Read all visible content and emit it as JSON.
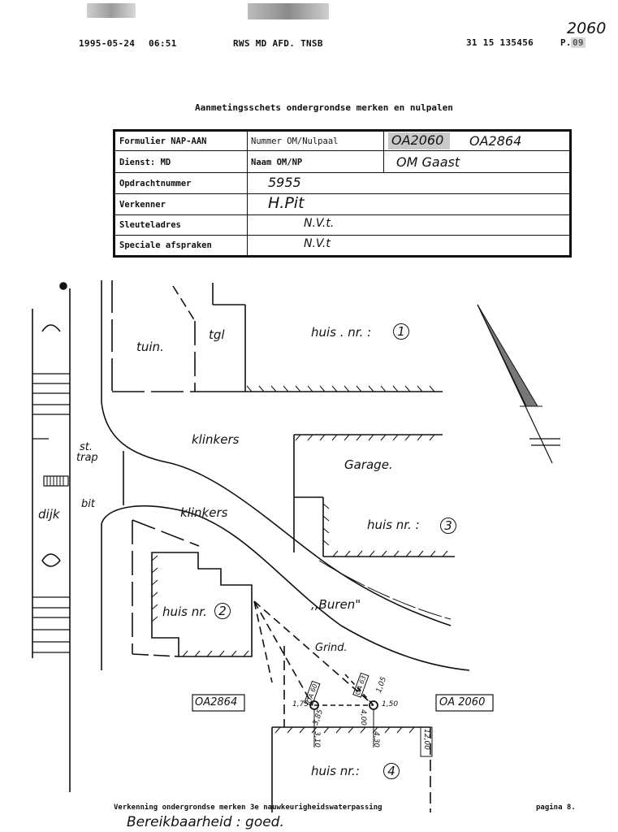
{
  "fax_header": {
    "date": "1995-05-24",
    "time": "06:51",
    "sender": "RWS MD AFD. TNSB",
    "phone": "31 15 135456",
    "page_prefix": "P.",
    "page_number": "09",
    "handwritten_id": "2060"
  },
  "document": {
    "title": "Aanmetingsschets ondergrondse merken en nulpalen",
    "footer_left": "Verkenning ondergrondse merken 3e nauwkeurigheidswaterpassing",
    "footer_right": "pagina 8.",
    "handwritten_note": "Bereikbaarheid : goed."
  },
  "form": {
    "rows": [
      {
        "label": "Formulier NAP-AAN",
        "field": "Nummer OM/Nulpaal",
        "value_a": "OA2060",
        "value_b": "OA2864"
      },
      {
        "label": "Dienst: MD",
        "field": "Naam OM/NP",
        "value_a": "OM Gaast"
      },
      {
        "label": "Opdrachtnummer",
        "value": "5955"
      },
      {
        "label": "Verkenner",
        "value": "H.Pit"
      },
      {
        "label": "Sleuteladres",
        "value": "N.V.t."
      },
      {
        "label": "Speciale afspraken",
        "value": "N.V.t"
      }
    ]
  },
  "sketch": {
    "labels": {
      "tuin": "tuin.",
      "tgl": "tgl",
      "huis1": "huis . nr. :",
      "huis1_num": "1",
      "klinkers_top": "klinkers",
      "klinkers_bottom": "klinkers",
      "garage": "Garage.",
      "huis3": "huis nr. :",
      "huis3_num": "3",
      "st": "st.",
      "trap": "trap",
      "bit": "bit",
      "dijk": "dijk",
      "huis2": "huis nr.",
      "huis2_num": "2",
      "buren": ",,Buren\"",
      "grind": "Grind.",
      "oa2864_box": "OA2864",
      "oa2060_box": "OA 2060",
      "huis4": "huis nr.:",
      "huis4_num": "4"
    },
    "measurements": {
      "m1": "1,75",
      "m2": "3,85",
      "m3": "3,10",
      "m4": "4,00",
      "m5": "4,30",
      "m6": "1,50",
      "m7": "1,05",
      "m8": "12,00",
      "m9": "OA 60",
      "m10": "OA 63"
    }
  }
}
